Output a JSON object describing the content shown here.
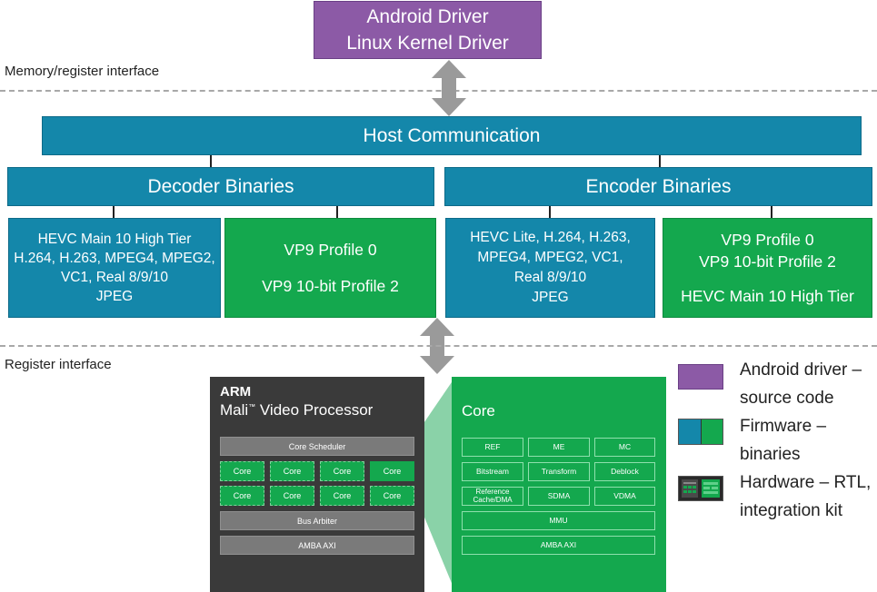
{
  "top_box": {
    "line1": "Android Driver",
    "line2": "Linux Kernel Driver"
  },
  "interfaces": {
    "memory_register": "Memory/register interface",
    "register": "Register interface"
  },
  "host_communication": "Host Communication",
  "decoder_binaries": "Decoder Binaries",
  "encoder_binaries": "Encoder Binaries",
  "decoder_formats": [
    "HEVC Main 10 High Tier",
    "H.264, H.263, MPEG4, MPEG2,",
    "VC1, Real 8/9/10",
    "JPEG"
  ],
  "decoder_vp9": [
    "VP9 Profile 0",
    "VP9 10-bit Profile 2"
  ],
  "encoder_formats": [
    "HEVC Lite, H.264, H.263,",
    "MPEG4, MPEG2, VC1,",
    "Real 8/9/10",
    "JPEG"
  ],
  "encoder_vp9": [
    "VP9 Profile 0",
    "VP9 10-bit Profile 2",
    "HEVC Main 10 High Tier"
  ],
  "processor": {
    "brand": "ARM",
    "name": "Mali",
    "tm": "™",
    "name_rest": " Video Processor",
    "core_scheduler": "Core Scheduler",
    "core_label": "Core",
    "bus_arbiter": "Bus Arbiter",
    "amba_axi": "AMBA AXI"
  },
  "core_detail": {
    "title": "Core",
    "blocks": [
      "REF",
      "ME",
      "MC",
      "Bitstream",
      "Transform",
      "Deblock",
      "Reference Cache/DMA",
      "SDMA",
      "VDMA"
    ],
    "mmu": "MMU",
    "amba_axi": "AMBA AXI"
  },
  "legend": [
    {
      "line1": "Android driver –",
      "line2": "source code",
      "color": "#8c5aa6"
    },
    {
      "line1": "Firmware –",
      "line2": "binaries",
      "colors": [
        "#1487aa",
        "#14a84e"
      ]
    },
    {
      "line1": "Hardware – RTL,",
      "line2": "integration kit",
      "color": "#1a7a4a"
    }
  ]
}
